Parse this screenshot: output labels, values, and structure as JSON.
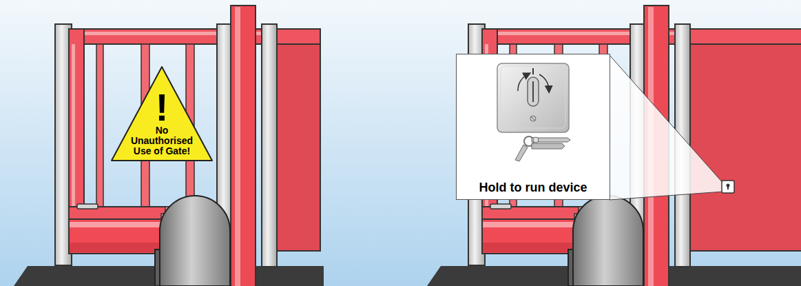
{
  "diagram": {
    "nodes": [
      {
        "text": [
          "!",
          "No Unauthorised Use of Gate!"
        ]
      },
      {
        "text": [
          "Hold to run device"
        ]
      }
    ]
  }
}
